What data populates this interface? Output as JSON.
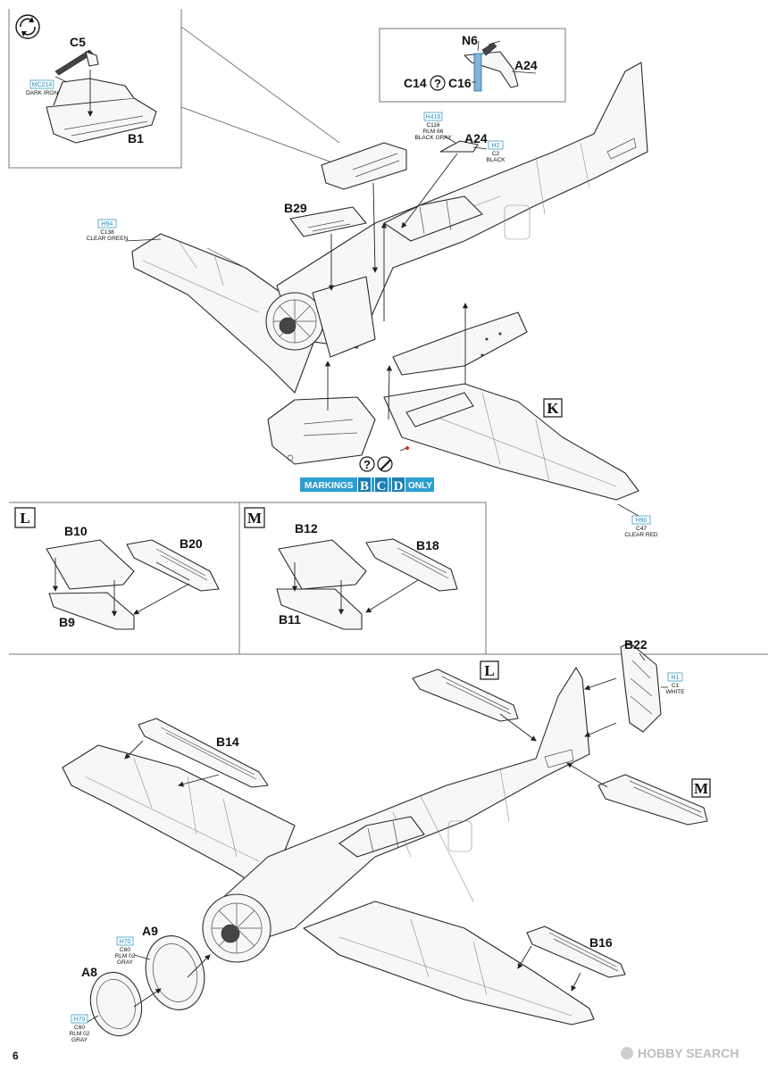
{
  "page_number": "6",
  "watermark": "HOBBY SEARCH",
  "part_labels": {
    "c5": "C5",
    "b1": "B1",
    "n6": "N6",
    "a24_inset": "A24",
    "c14": "C14",
    "c16": "C16",
    "b29": "B29",
    "a24": "A24",
    "b10": "B10",
    "b20": "B20",
    "b9": "B9",
    "b12": "B12",
    "b18": "B18",
    "b11": "B11",
    "b22": "B22",
    "b14": "B14",
    "a9": "A9",
    "a8": "A8",
    "b16": "B16"
  },
  "step_labels": {
    "k": "K",
    "l": "L",
    "m": "M",
    "l_ref": "L",
    "m_ref": "M"
  },
  "paint_callouts": {
    "mc214": {
      "code": "MC214",
      "name": "DARK IRON"
    },
    "h416": {
      "code": "H416",
      "part": "C116",
      "name1": "RLM 66",
      "name2": "BLACK GRAY"
    },
    "h2": {
      "code": "H2",
      "part": "C2",
      "name": "BLACK"
    },
    "h94": {
      "code": "H94",
      "part": "C138",
      "name": "CLEAR GREEN"
    },
    "h90": {
      "code": "H90",
      "part": "C47",
      "name": "CLEAR RED"
    },
    "h1": {
      "code": "H1",
      "part": "C1",
      "name": "WHITE"
    },
    "h70a": {
      "code": "H70",
      "part": "C60",
      "name1": "RLM 02",
      "name2": "GRAY"
    },
    "h70b": {
      "code": "H70",
      "part": "C60",
      "name1": "RLM 02",
      "name2": "GRAY"
    }
  },
  "markings": {
    "prefix": "MARKINGS",
    "letters": [
      "B",
      "C",
      "D"
    ],
    "suffix": "ONLY"
  },
  "symbols": {
    "question": "?"
  },
  "colors": {
    "paint_code_blue": "#1f8fbf",
    "markings_banner": "#2b9fd1",
    "clear_part_blue": "#7fb6d8"
  },
  "icons": [
    "rotate-arrows-icon",
    "optional-part-question-icon",
    "cut-knife-icon"
  ]
}
